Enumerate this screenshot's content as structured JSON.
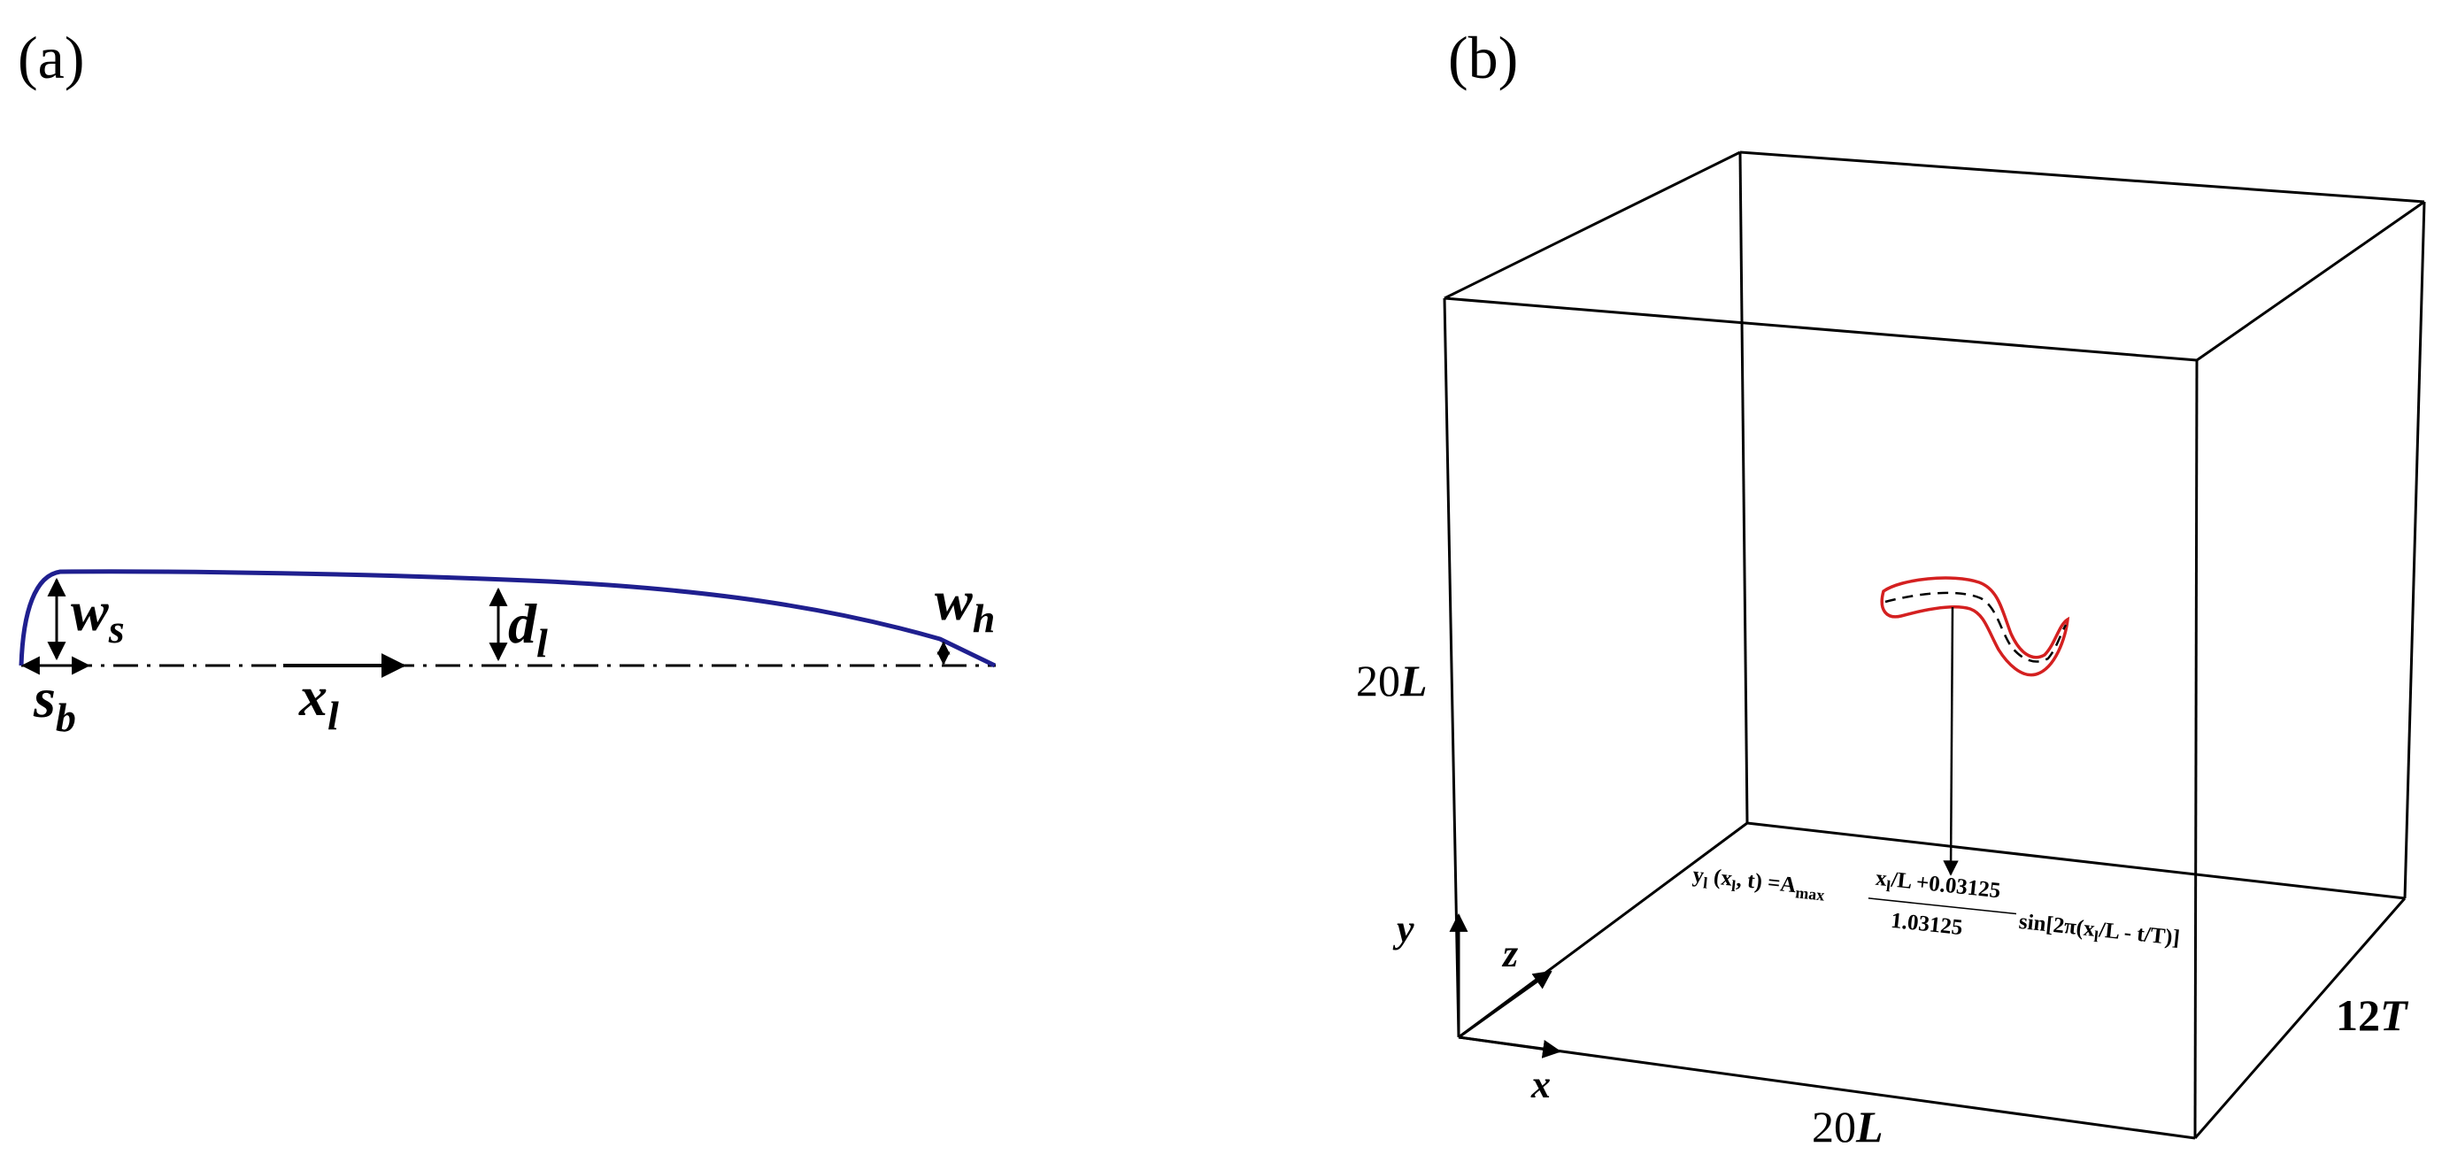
{
  "panel_a": {
    "label": "(a)",
    "symbols": {
      "w_s": {
        "base": "w",
        "sub": "s"
      },
      "s_b": {
        "base": "s",
        "sub": "b"
      },
      "x_l": {
        "base": "x",
        "sub": "l"
      },
      "d_l": {
        "base": "d",
        "sub": "l"
      },
      "w_h": {
        "base": "w",
        "sub": "h"
      }
    },
    "colors": {
      "body_outline": "#1f1f8f",
      "annotations": "#000000"
    }
  },
  "panel_b": {
    "label": "(b)",
    "dimensions": {
      "height": {
        "num": "20",
        "sym": "L"
      },
      "width": {
        "num": "20",
        "sym": "L"
      },
      "depth": {
        "num": "12",
        "sym": "T"
      }
    },
    "axes": {
      "x": "x",
      "y": "y",
      "z": "z"
    },
    "equation": {
      "lhs_y": "y",
      "lhs_sub": "l",
      "lhs_args_open": " (x",
      "lhs_args_sub": "l",
      "lhs_args_close": ", t) =A",
      "amax_sub": "max",
      "numerator_x": "x",
      "numerator_sub": "l",
      "numerator_rest": "/L +0.03125",
      "denominator": "1.03125",
      "sin_open": "sin[2π(x",
      "sin_sub": "l",
      "sin_close": "/L - t/T)]"
    },
    "colors": {
      "fish_outline": "#d42020",
      "midline": "#000000",
      "box": "#000000"
    }
  }
}
